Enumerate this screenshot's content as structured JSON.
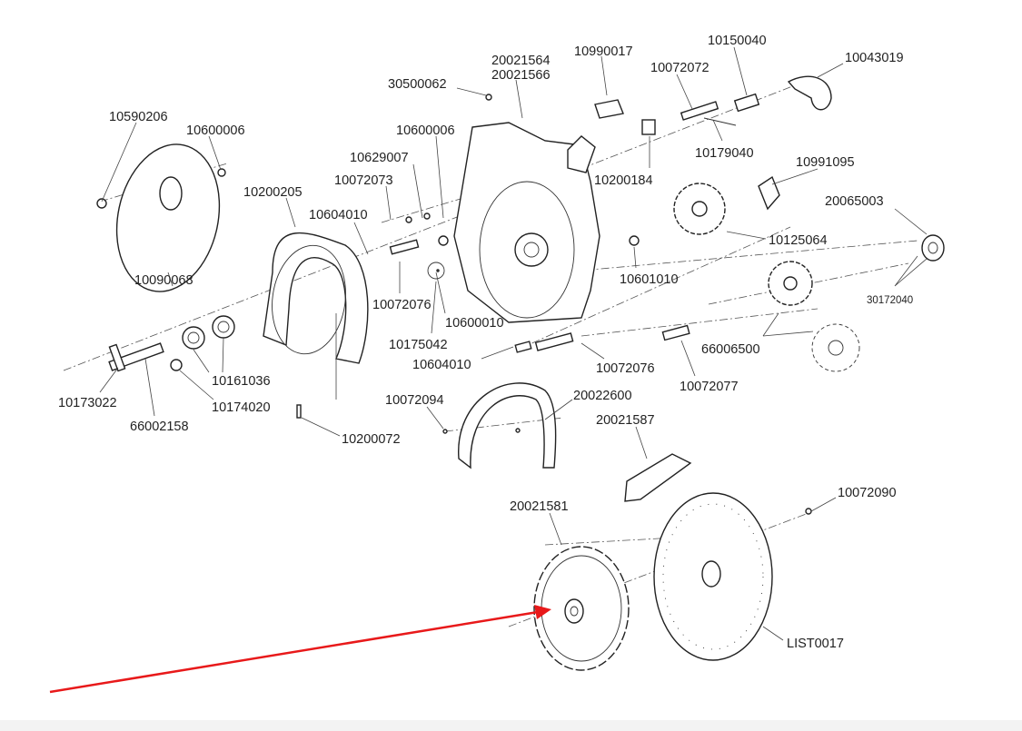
{
  "diagram": {
    "labels": {
      "p10590206": "10590206",
      "p10600006a": "10600006",
      "p10090068": "10090068",
      "p10200205": "10200205",
      "p10604010a": "10604010",
      "p10629007": "10629007",
      "p10072073": "10072073",
      "p30500062": "30500062",
      "p20021564": "20021564",
      "p20021566": "20021566",
      "p10600006b": "10600006",
      "p10990017": "10990017",
      "p10072072": "10072072",
      "p10150040": "10150040",
      "p10043019": "10043019",
      "p10179040": "10179040",
      "p10200184": "10200184",
      "p10991095": "10991095",
      "p20065003": "20065003",
      "p10125064": "10125064",
      "p10601010": "10601010",
      "p30172040": "30172040",
      "p10072076a": "10072076",
      "p10600010": "10600010",
      "p10175042": "10175042",
      "p10604010b": "10604010",
      "p10072076b": "10072076",
      "p66006500": "66006500",
      "p10072077": "10072077",
      "p10161036": "10161036",
      "p10173022": "10173022",
      "p10174020": "10174020",
      "p66002158": "66002158",
      "p10200072": "10200072",
      "p10072094": "10072094",
      "p20022600": "20022600",
      "p20021587": "20021587",
      "p10072090": "10072090",
      "p20021581": "20021581",
      "pLIST0017": "LIST0017"
    },
    "colors": {
      "arrow": "#e8191a",
      "line": "#222222"
    }
  }
}
